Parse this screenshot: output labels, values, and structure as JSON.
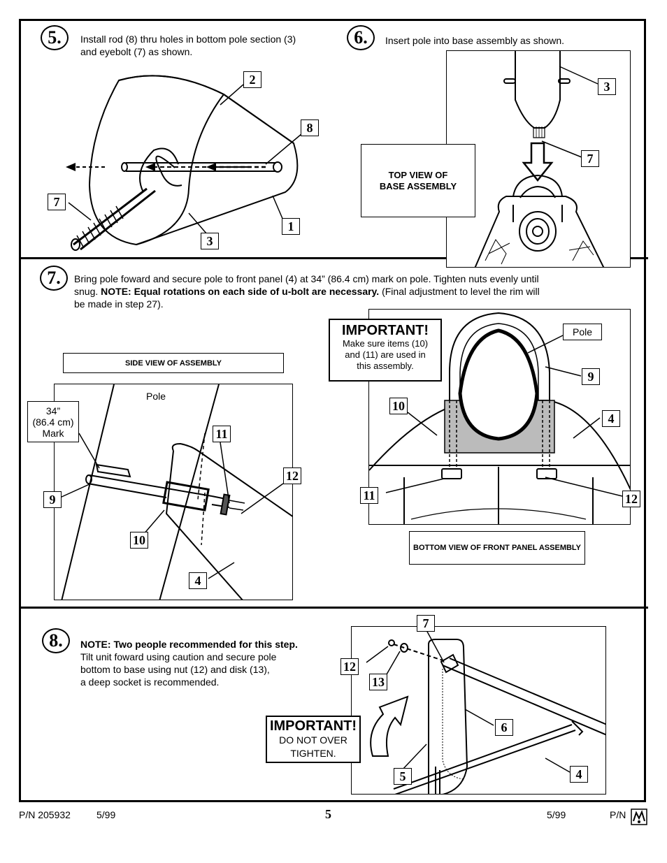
{
  "step5": {
    "number": "5.",
    "line1": "Install rod (8) thru holes in bottom pole section (3)",
    "line2": "and eyebolt (7) as shown.",
    "callouts": [
      "2",
      "8",
      "7",
      "1",
      "3"
    ]
  },
  "step6": {
    "number": "6.",
    "text": "Insert pole into base assembly as shown.",
    "view_label_line1": "TOP VIEW OF",
    "view_label_line2": "BASE ASSEMBLY",
    "callouts": [
      "3",
      "7"
    ]
  },
  "step7": {
    "number": "7.",
    "line1": "Bring pole foward and secure pole to front panel (4) at 34” (86.4 cm) mark on pole. Tighten nuts evenly until",
    "line2_pre": "snug.  ",
    "line2_bold": "NOTE: Equal rotations on each side of u-bolt are necessary.",
    "line2_post": " (Final adjustment to level the rim will",
    "line3": "be made in step 27).",
    "side_view_label": "SIDE VIEW OF ASSEMBLY",
    "pole_label": "Pole",
    "mark_line1": "34”",
    "mark_line2": "(86.4 cm)",
    "mark_line3": "Mark",
    "important_title": "IMPORTANT!",
    "important_line1": "Make sure items (10)",
    "important_line2": "and (11) are used in",
    "important_line3": "this assembly.",
    "pole_label_right": "Pole",
    "bottom_view_label": "BOTTOM VIEW OF FRONT PANEL ASSEMBLY",
    "callouts_left": [
      "11",
      "12",
      "9",
      "10",
      "4"
    ],
    "callouts_right": [
      "9",
      "10",
      "4",
      "11",
      "12"
    ]
  },
  "step8": {
    "number": "8.",
    "note_bold": "NOTE: Two people recommended for this step.",
    "line2": "Tilt unit foward using caution and secure pole",
    "line3": "bottom to base using nut (12) and disk (13),",
    "line4": "a deep socket is recommended.",
    "important_title": "IMPORTANT!",
    "important_line1": "DO NOT OVER",
    "important_line2": "TIGHTEN.",
    "callouts": [
      "7",
      "12",
      "13",
      "6",
      "5",
      "4"
    ]
  },
  "footer": {
    "pn_left": "P/N 205932",
    "date_left": "5/99",
    "page": "5",
    "date_right": "5/99",
    "pn_right": "P/N"
  }
}
